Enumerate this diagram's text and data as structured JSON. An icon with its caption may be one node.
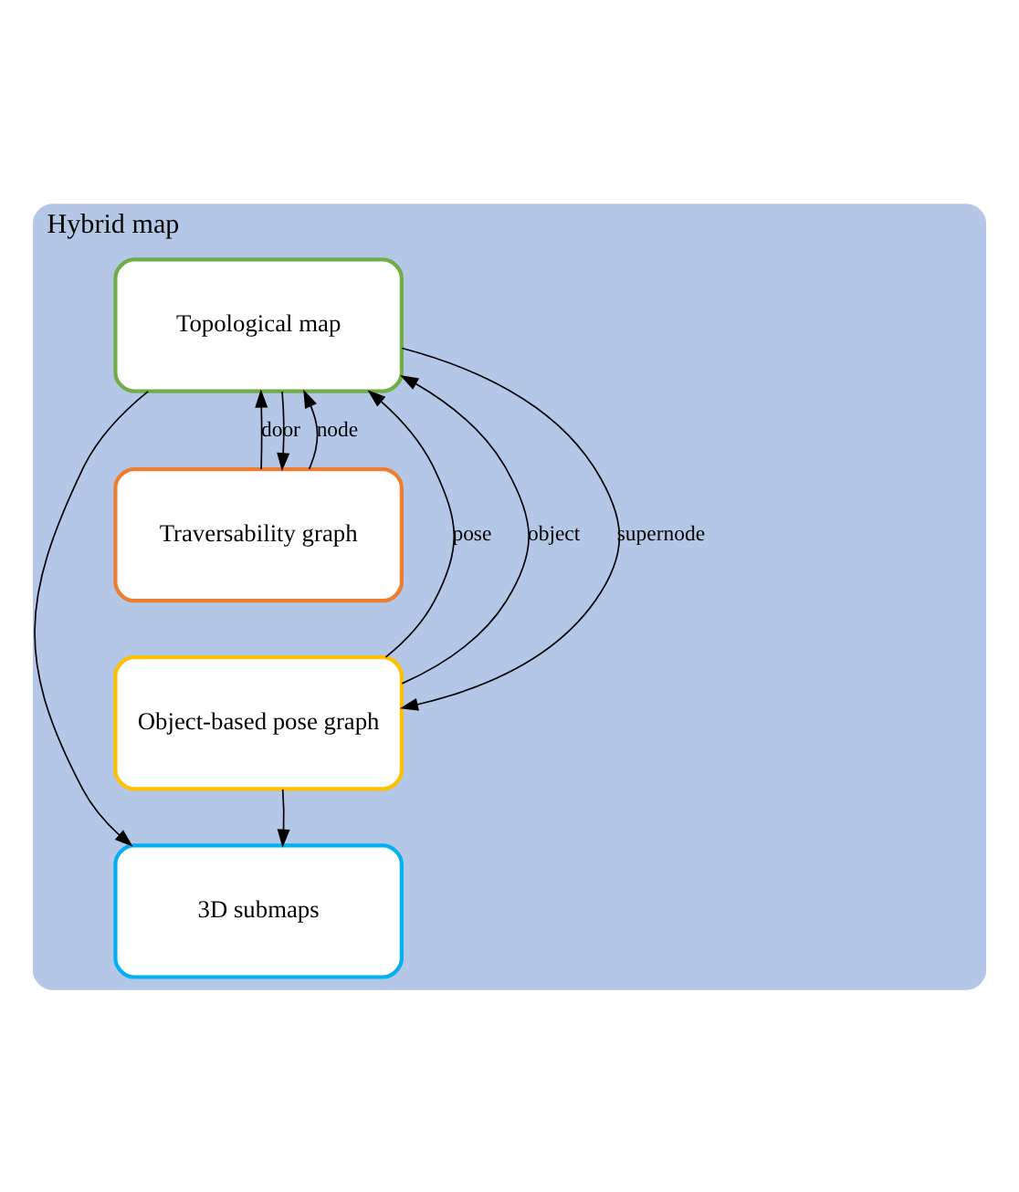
{
  "diagram": {
    "nodes": [
      {
        "text": [
          "Hybrid map"
        ]
      },
      {
        "text": [
          "Topological map"
        ],
        "in": 0
      },
      {
        "text": [
          "Traversability graph"
        ],
        "in": 0
      },
      {
        "text": [
          "Object-based pose graph"
        ],
        "in": 0
      },
      {
        "text": [
          "3D submaps"
        ],
        "in": 0
      }
    ],
    "edges": [
      {
        "from": 2,
        "to": 1,
        "arrow": "to",
        "label": "door"
      },
      {
        "from": 2,
        "to": 1,
        "arrow": "to",
        "label": "node"
      },
      {
        "from": 3,
        "to": 1,
        "arrow": "to",
        "label": "pose"
      },
      {
        "from": 3,
        "to": 1,
        "arrow": "to",
        "label": "object"
      },
      {
        "from": 3,
        "to": 4,
        "arrow": "to"
      },
      {
        "from": 1,
        "to": 2,
        "arrow": "to"
      },
      {
        "from": 1,
        "to": 3,
        "arrow": "to",
        "label": "supernode"
      },
      {
        "from": 1,
        "to": 4,
        "arrow": "to"
      }
    ]
  }
}
